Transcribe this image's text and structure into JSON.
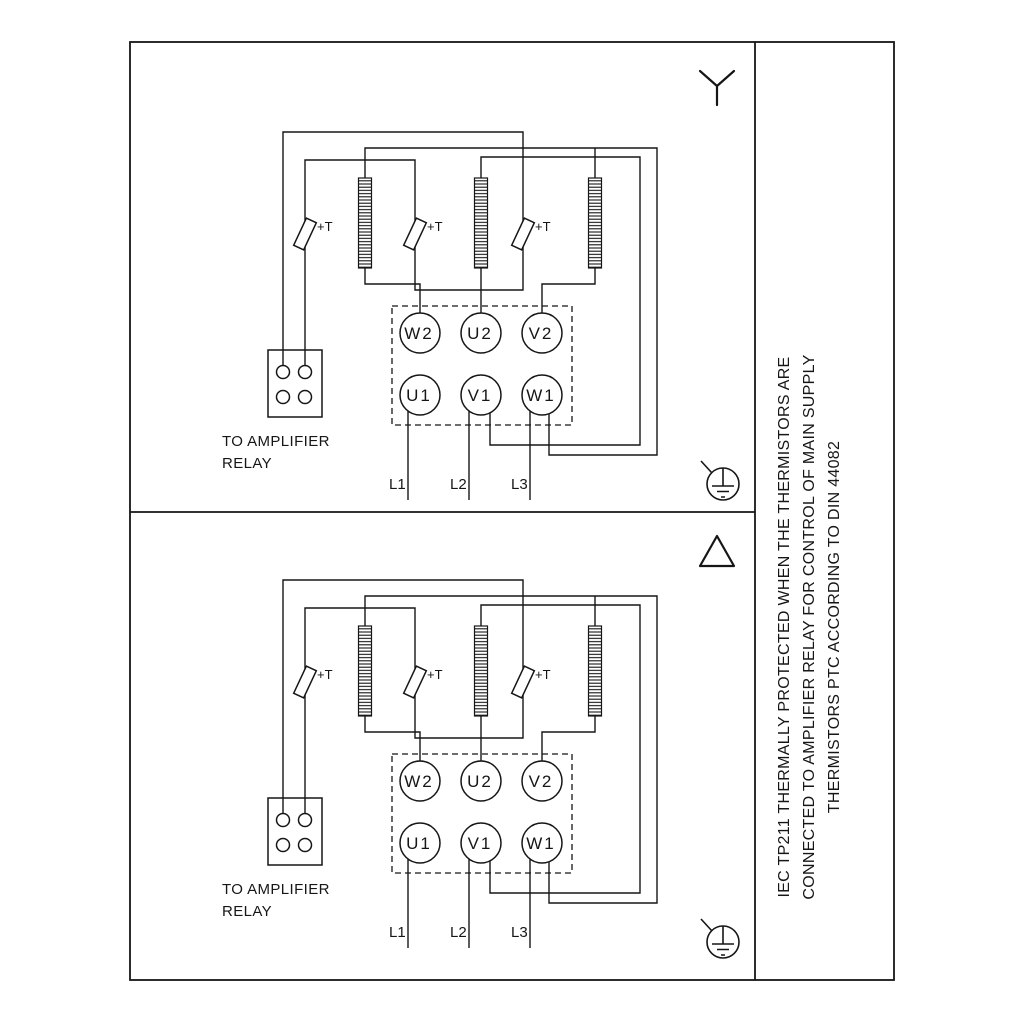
{
  "colors": {
    "ink": "#161616",
    "background": "#ffffff"
  },
  "sidebar": {
    "lines": [
      "IEC TP211 THERMALLY PROTECTED WHEN THE THERMISTORS ARE",
      "CONNECTED TO AMPLIFIER RELAY FOR CONTROL OF MAIN SUPPLY",
      "THERMISTORS PTC ACCORDING TO DIN 44082"
    ]
  },
  "panels": [
    {
      "connection": "star",
      "symbol_icon": "star-symbol",
      "thermistor_labels": [
        "+T",
        "+T",
        "+T"
      ],
      "terminals_top": [
        "W2",
        "U2",
        "V2"
      ],
      "terminals_bottom": [
        "U1",
        "V1",
        "W1"
      ],
      "relay_caption": [
        "TO AMPLIFIER",
        "RELAY"
      ],
      "supply": [
        "L1",
        "L2",
        "L3"
      ],
      "ground_icon": "earth-ground"
    },
    {
      "connection": "delta",
      "symbol_icon": "delta-symbol",
      "thermistor_labels": [
        "+T",
        "+T",
        "+T"
      ],
      "terminals_top": [
        "W2",
        "U2",
        "V2"
      ],
      "terminals_bottom": [
        "U1",
        "V1",
        "W1"
      ],
      "relay_caption": [
        "TO AMPLIFIER",
        "RELAY"
      ],
      "supply": [
        "L1",
        "L2",
        "L3"
      ],
      "ground_icon": "earth-ground"
    }
  ]
}
